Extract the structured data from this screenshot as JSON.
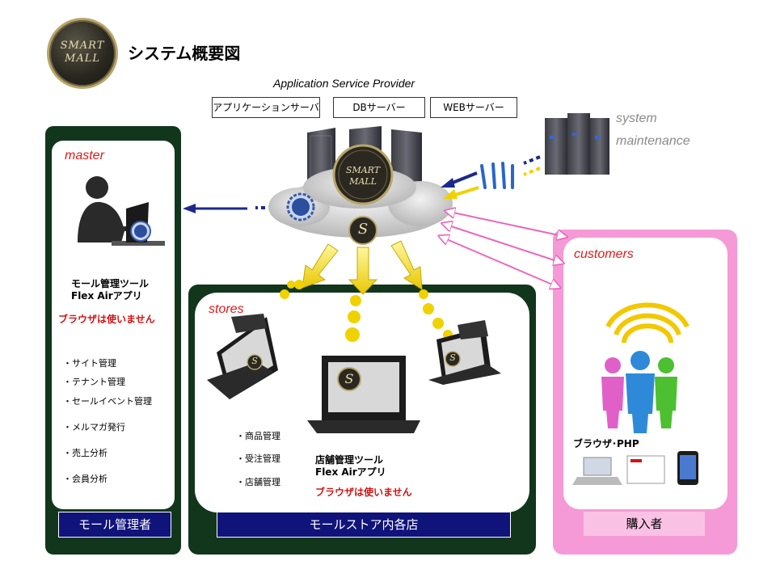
{
  "header": {
    "logo_line1": "SMART",
    "logo_line2": "MALL",
    "title": "システム概要図"
  },
  "asp": {
    "label": "Application Service Provider",
    "servers": [
      "アプリケーションサーバ",
      "DBサーバー",
      "WEBサーバー"
    ],
    "cloud_logo_line1": "SMART",
    "cloud_logo_line2": "MALL",
    "s_badge": "S"
  },
  "maintenance": {
    "line1": "system",
    "line2": "maintenance"
  },
  "master": {
    "heading": "master",
    "tool_line1": "モール管理ツール",
    "tool_line2": "Flex Airアプリ",
    "no_browser": "ブラウザは使いません",
    "functions": [
      "・サイト管理",
      "・テナント管理",
      "・セールイベント管理",
      "・メルマガ発行",
      "・売上分析",
      "・会員分析"
    ],
    "footer": "モール管理者"
  },
  "stores": {
    "heading": "stores",
    "functions": [
      "・商品管理",
      "・受注管理",
      "・店舗管理"
    ],
    "tool_line1": "店舗管理ツール",
    "tool_line2": "Flex Airアプリ",
    "no_browser": "ブラウザは使いません",
    "footer": "モールストア内各店",
    "laptop_badge": "S"
  },
  "customers": {
    "heading": "customers",
    "browser_label": "ブラウザ･PHP",
    "footer": "購入者"
  },
  "colors": {
    "dark_green": "#12361c",
    "navy": "#10137a",
    "pink": "#f59ad6",
    "heading_red": "#e01a1a",
    "arrow_yellow": "#f0d200",
    "arrow_navy": "#1b2a8a",
    "arrow_pink": "#e868c0"
  }
}
